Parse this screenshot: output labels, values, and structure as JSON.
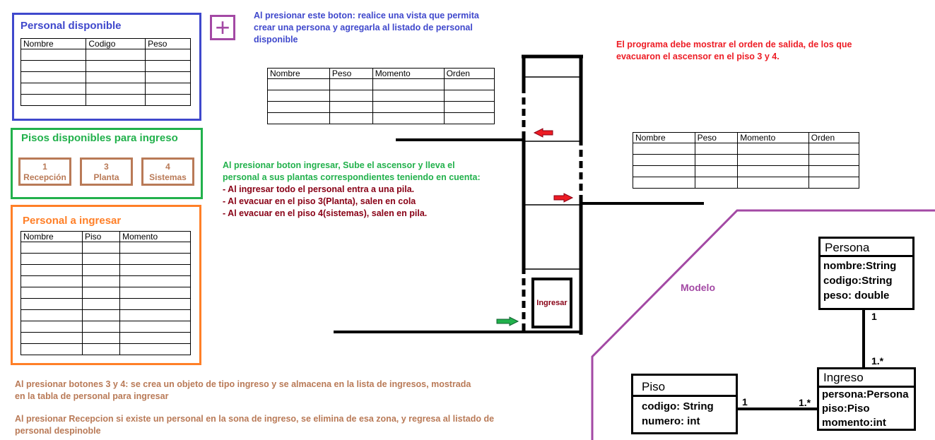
{
  "panels": {
    "personal_disponible": {
      "title": "Personal disponible",
      "headers": [
        "Nombre",
        "Codigo",
        "Peso"
      ],
      "rows": 5
    },
    "pisos": {
      "title": "Pisos disponibles para ingreso",
      "buttons": [
        {
          "number": "1",
          "label": "Recepción"
        },
        {
          "number": "3",
          "label": "Planta"
        },
        {
          "number": "4",
          "label": "Sistemas"
        }
      ]
    },
    "personal_ingresar": {
      "title": "Personal a ingresar",
      "headers": [
        "Nombre",
        "Piso",
        "Momento"
      ],
      "rows": 10
    }
  },
  "add_button": {
    "symbol": "+"
  },
  "notes": {
    "add": "Al presionar este boton: realice una vista que permita crear una persona y agregarla al listado de personal disponible",
    "salida": "El programa debe mostrar el orden de salida, de los que evacuaron el ascensor en el piso 3 y 4.",
    "ingresar_intro": "Al presionar boton ingresar, Sube el ascensor y lleva el personal a sus plantas correspondientes teniendo en cuenta:",
    "ingresar_rules": [
      "- Al ingresar todo el personal entra a una pila.",
      "- Al evacuar en el piso 3(Planta), salen en cola",
      "- Al evacuar en el piso 4(sistemas), salen en pila."
    ],
    "botones": "Al presionar botones 3 y 4: se crea un objeto de tipo ingreso y se almacena en la lista de ingresos, mostrada en la tabla de personal para ingresar",
    "recepcion": "Al presionar Recepcion si existe un personal en la sona de ingreso, se elimina de esa zona, y regresa al listado de personal despinoble"
  },
  "output_tables": {
    "headers": [
      "Nombre",
      "Peso",
      "Momento",
      "Orden"
    ],
    "rows": 4
  },
  "elevator": {
    "button_label": "Ingresar"
  },
  "model": {
    "title": "Modelo",
    "persona": {
      "name": "Persona",
      "attrs": [
        "nombre:String",
        "codigo:String",
        "peso: double"
      ]
    },
    "ingreso": {
      "name": "Ingreso",
      "attrs": [
        "persona:Persona",
        "piso:Piso",
        "momento:int"
      ]
    },
    "piso": {
      "name": "Piso",
      "attrs": [
        "codigo: String",
        "numero: int"
      ]
    },
    "mult_persona": "1",
    "mult_ingreso_top": "1.*",
    "mult_piso": "1",
    "mult_ingreso_left": "1.*"
  },
  "colors": {
    "blue": "#3f48cc",
    "green": "#22b14c",
    "orange": "#ff7f27",
    "brown": "#b97a57",
    "purple": "#a349a4",
    "red": "#ed1c24",
    "darkred": "#880015"
  }
}
